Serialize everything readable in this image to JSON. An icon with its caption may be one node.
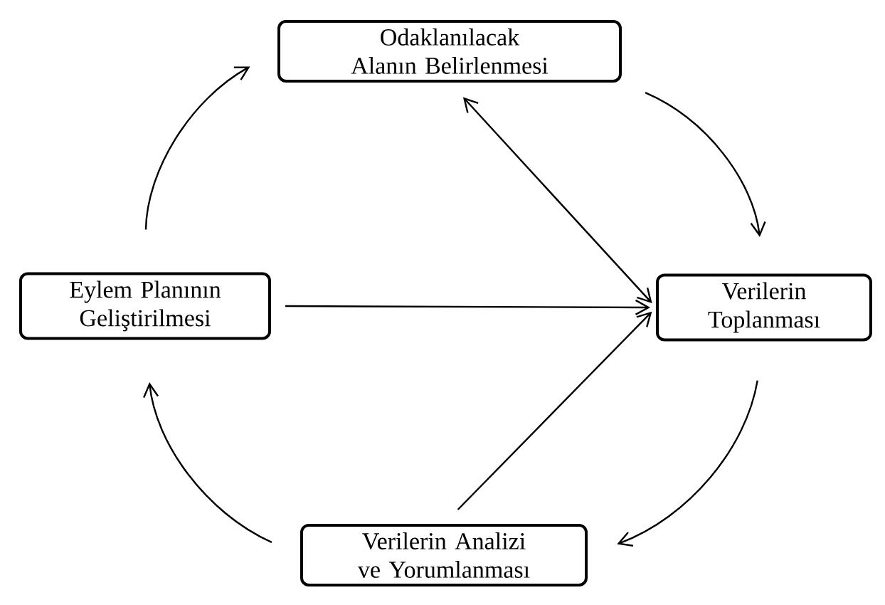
{
  "diagram": {
    "nodes": [
      {
        "text": [
          "Odaklanılacak Alanın Belirlenmesi"
        ]
      },
      {
        "text": [
          "Verilerin Toplanması"
        ]
      },
      {
        "text": [
          "Verilerin Analizi ve Yorumlanması"
        ]
      },
      {
        "text": [
          "Eylem Planının Geliştirilmesi"
        ]
      }
    ],
    "edges": [
      {
        "from": 0,
        "to": 1,
        "arrow": "to"
      },
      {
        "from": 1,
        "to": 2,
        "arrow": "to"
      },
      {
        "from": 2,
        "to": 3,
        "arrow": "to"
      },
      {
        "from": 3,
        "to": 0,
        "arrow": "to"
      },
      {
        "from": 3,
        "to": 1,
        "arrow": "to"
      },
      {
        "from": 0,
        "to": 1,
        "arrow": "both"
      },
      {
        "from": 2,
        "to": 1,
        "arrow": "to"
      }
    ]
  }
}
